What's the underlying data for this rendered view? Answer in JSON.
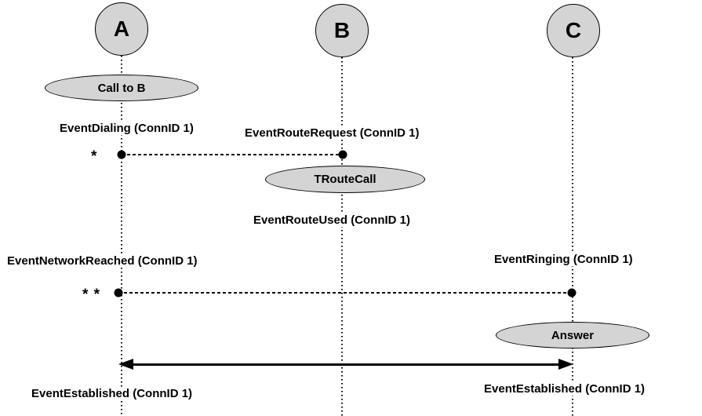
{
  "colors": {
    "background": "#ffffff",
    "node_fill": "#d4d4d4",
    "stroke": "#000000",
    "text": "#000000"
  },
  "actors": {
    "a": {
      "label": "A"
    },
    "b": {
      "label": "B"
    },
    "c": {
      "label": "C"
    }
  },
  "actions": {
    "call_to_b": {
      "label": "Call to B"
    },
    "troute_call": {
      "label": "TRouteCall"
    },
    "answer": {
      "label": "Answer"
    }
  },
  "events": {
    "dialing": {
      "label": "EventDialing (ConnID 1)"
    },
    "route_request": {
      "label": "EventRouteRequest (ConnID 1)"
    },
    "route_used": {
      "label": "EventRouteUsed (ConnID 1)"
    },
    "network_reached": {
      "label": "EventNetworkReached (ConnID 1)"
    },
    "ringing": {
      "label": "EventRinging (ConnID 1)"
    },
    "established_left": {
      "label": "EventEstablished (ConnID 1)"
    },
    "established_right": {
      "label": "EventEstablished (ConnID 1)"
    }
  },
  "markers": {
    "msg1": "*",
    "msg2": "* *"
  }
}
